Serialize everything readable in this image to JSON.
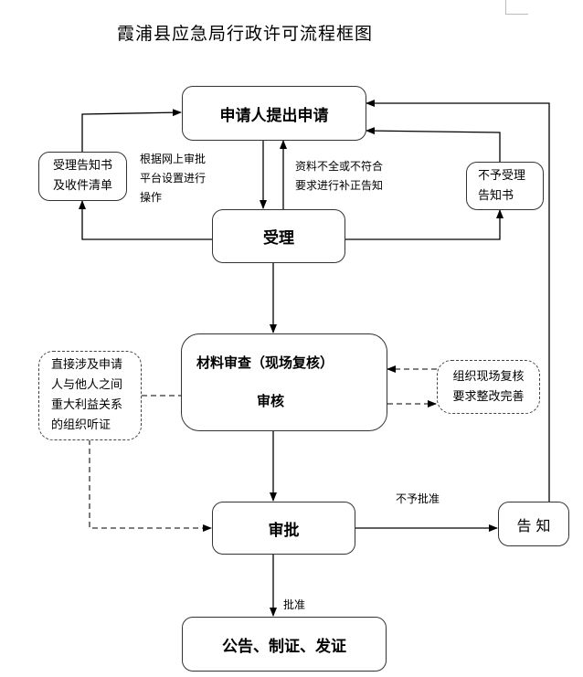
{
  "title": "霞浦县应急局行政许可流程框图",
  "nodes": {
    "apply": "申请人提出申请",
    "accept_notice": [
      "受理告知书",
      "及收件清单"
    ],
    "reject_notice": [
      "不予受理",
      "告知书"
    ],
    "accept": "受理",
    "review": [
      "材料审查（现场复核）",
      "审核"
    ],
    "hearing": [
      "直接涉及申请",
      "人与他人之间",
      "重大利益关系",
      "的组织听证"
    ],
    "site_check": [
      "组织现场复核",
      "要求整改完善"
    ],
    "approve": "审批",
    "inform": "告 知",
    "issue": "公告、制证、发证"
  },
  "edge_labels": {
    "online_platform": [
      "根据网上审批",
      "平台设置进行",
      "操作"
    ],
    "incomplete": [
      "资料不全或不符合",
      "要求进行补正告知"
    ],
    "not_approved": "不予批准",
    "approved": "批准"
  }
}
